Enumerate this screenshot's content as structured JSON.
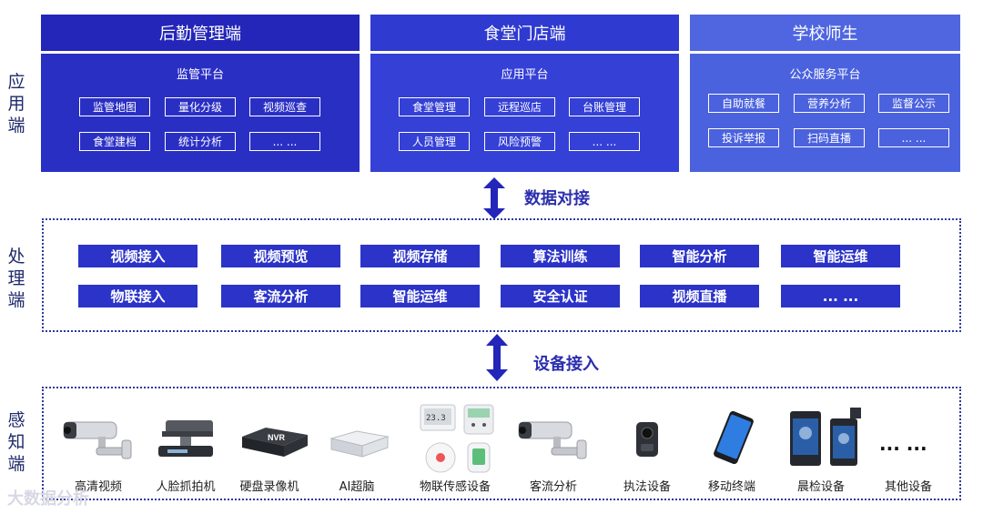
{
  "side_labels": {
    "app": [
      "应",
      "用",
      "端"
    ],
    "process": [
      "处",
      "理",
      "端"
    ],
    "sense": [
      "感",
      "知",
      "端"
    ]
  },
  "app_columns": [
    {
      "title": "后勤管理端",
      "platform": "监管平台",
      "head_color": "#2326b8",
      "body_color": "#2a2fc4",
      "buttons": [
        "监管地图",
        "量化分级",
        "视频巡查",
        "食堂建档",
        "统计分析",
        "... ..."
      ]
    },
    {
      "title": "食堂门店端",
      "platform": "应用平台",
      "head_color": "#2f3ad0",
      "body_color": "#3440d6",
      "buttons": [
        "食堂管理",
        "远程巡店",
        "台账管理",
        "人员管理",
        "风险预警",
        "... ..."
      ]
    },
    {
      "title": "学校师生",
      "platform": "公众服务平台",
      "head_color": "#4f66e0",
      "body_color": "#4b62de",
      "buttons": [
        "自助就餐",
        "营养分析",
        "监督公示",
        "投诉举报",
        "扫码直播",
        "... ..."
      ]
    }
  ],
  "arrows": {
    "data_link": "数据对接",
    "device_access": "设备接入"
  },
  "process_buttons": [
    [
      "视频接入",
      "视频预览",
      "视频存储",
      "算法训练",
      "智能分析",
      "智能运维"
    ],
    [
      "物联接入",
      "客流分析",
      "智能运维",
      "安全认证",
      "视频直播",
      "... ..."
    ]
  ],
  "devices": [
    {
      "icon": "bullet-camera-icon",
      "label": "高清视频"
    },
    {
      "icon": "face-capture-camera-icon",
      "label": "人脸抓拍机"
    },
    {
      "icon": "nvr-icon",
      "label": "硬盘录像机",
      "badge": "NVR"
    },
    {
      "icon": "ai-box-icon",
      "label": "AI超脑"
    },
    {
      "icon": "iot-sensors-icon",
      "label": "物联传感设备"
    },
    {
      "icon": "bullet-camera-icon",
      "label": "客流分析"
    },
    {
      "icon": "body-camera-icon",
      "label": "执法设备"
    },
    {
      "icon": "smartphone-icon",
      "label": "移动终端"
    },
    {
      "icon": "face-terminal-icon",
      "label": "晨检设备"
    },
    {
      "icon": "more-dots-icon",
      "label": "其他设备",
      "glyph": "... ..."
    }
  ],
  "watermark": "大数据分析",
  "colors": {
    "accent": "#2b33c8",
    "arrow": "#2326b8",
    "border": "#2b3a9e"
  }
}
